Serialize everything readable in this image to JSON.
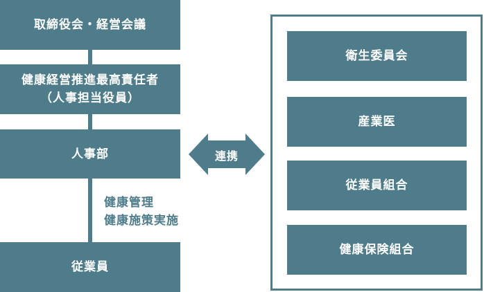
{
  "colors": {
    "accent": "#4f7c8a",
    "background": "#ffffff",
    "text_on_accent": "#ffffff"
  },
  "left_column": {
    "board": "取締役会・経営会議",
    "officer_line1": "健康経営推進最高責任者",
    "officer_line2": "（人事担当役員）",
    "hr": "人事部",
    "note_line1": "健康管理",
    "note_line2": "健康施策実施",
    "employees": "従業員"
  },
  "link": {
    "label": "連携"
  },
  "right_column": {
    "items": [
      "衛生委員会",
      "産業医",
      "従業員組合",
      "健康保険組合"
    ]
  }
}
